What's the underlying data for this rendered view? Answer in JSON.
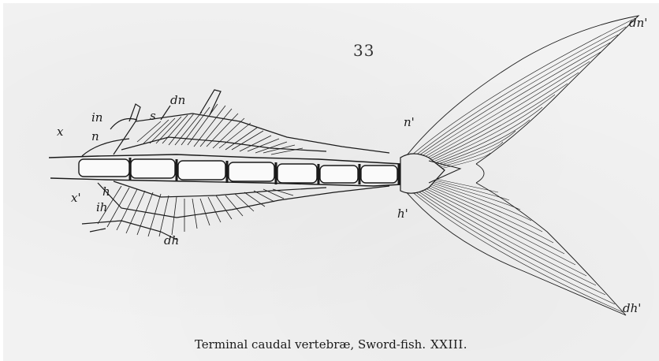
{
  "page_number": "33",
  "caption": {
    "text": "Terminal caudal vertebræ, Sword-fish.",
    "plate": "XXIII."
  },
  "labels": {
    "dn_top": "dn",
    "in": "in",
    "s": "s",
    "n": "n",
    "x": "x",
    "x_prime": "x'",
    "h": "h",
    "ih": "ih",
    "dh": "dh",
    "n_prime": "n'",
    "h_prime": "h'",
    "dn_prime": "dn'",
    "dh_prime": "dh'"
  },
  "colors": {
    "ink": "#1a1a1a",
    "paper": "#f2f2f2"
  }
}
